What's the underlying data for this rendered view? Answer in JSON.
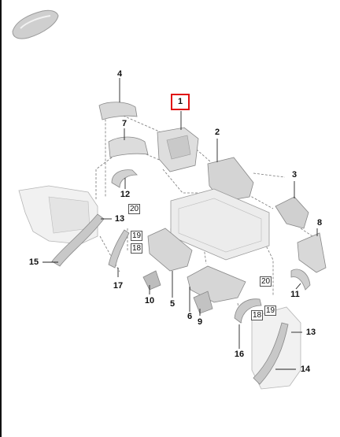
{
  "diagram": {
    "highlighted_part": "1",
    "callouts": [
      "2",
      "3",
      "4",
      "5",
      "6",
      "7",
      "8",
      "9",
      "10",
      "11",
      "12",
      "13",
      "13",
      "14",
      "15",
      "16",
      "17"
    ],
    "boxed_refs": [
      "20",
      "19",
      "18",
      "20",
      "19",
      "18"
    ],
    "accent_color": "#e01010",
    "icon": "car-silhouette-icon"
  }
}
